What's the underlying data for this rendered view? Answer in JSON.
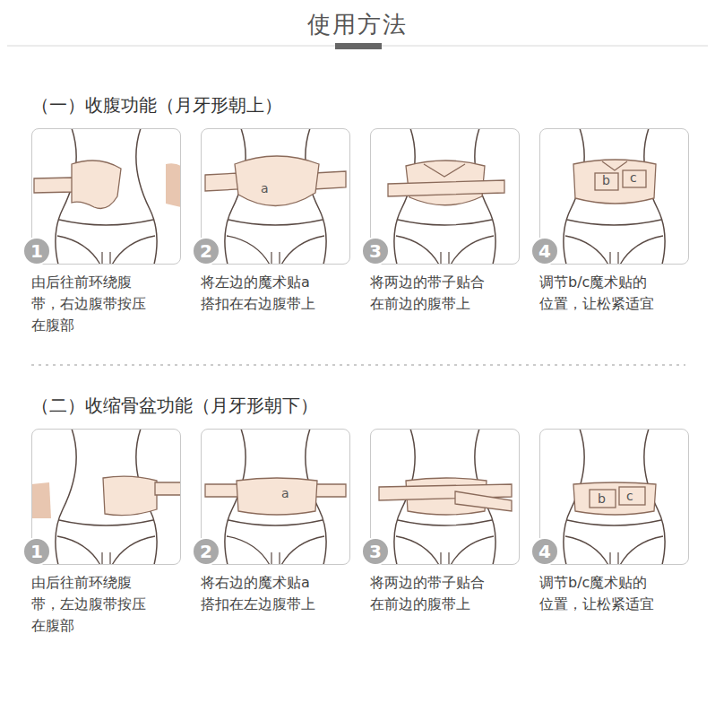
{
  "diagram": {
    "title": "使用方法",
    "nodes": [
      {
        "text": [
          "由后往前环绕腹带，右边腹带按压在腹部"
        ]
      },
      {
        "text": [
          "1"
        ],
        "in": 0
      },
      {
        "text": [
          "将左边的魔术贴a搭扣在右边腹带上"
        ]
      },
      {
        "text": [
          "2"
        ],
        "in": 2
      },
      {
        "text": [
          "将两边的带子贴合在前边的腹带上"
        ]
      },
      {
        "text": [
          "3"
        ],
        "in": 4
      },
      {
        "text": [
          "调节b/c魔术贴的位置，让松紧适宜"
        ]
      },
      {
        "text": [
          "4"
        ],
        "in": 6
      },
      {
        "text": [
          "由后往前环绕腹带，左边腹带按压在腹部"
        ]
      },
      {
        "text": [
          "1"
        ],
        "in": 8
      },
      {
        "text": [
          "将右边的魔术贴a搭扣在左边腹带上"
        ]
      },
      {
        "text": [
          "2"
        ],
        "in": 10
      },
      {
        "text": [
          "将两边的带子贴合在前边的腹带上"
        ]
      },
      {
        "text": [
          "3"
        ],
        "in": 12
      },
      {
        "text": [
          "调节b/c魔术贴的位置，让松紧适宜"
        ]
      },
      {
        "text": [
          "4"
        ],
        "in": 14
      }
    ],
    "labels": [
      "（一）收腹功能（月牙形朝上）",
      "a",
      "b",
      "c",
      "（二）收缩骨盆功能（月牙形朝下）",
      "a",
      "b",
      "c"
    ]
  }
}
